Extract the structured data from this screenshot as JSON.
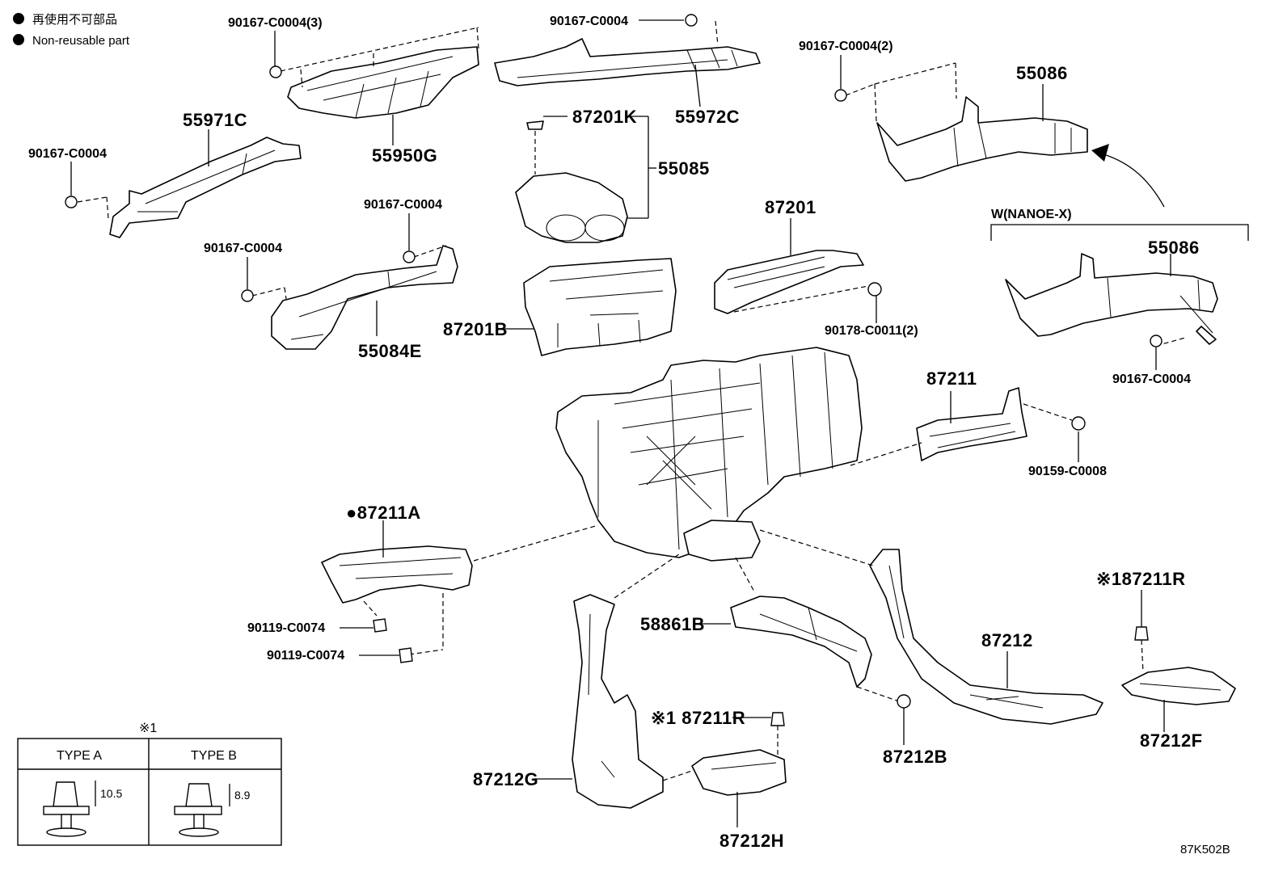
{
  "legend": {
    "jp_label": "再使用不可部品",
    "en_label": "Non-reusable part"
  },
  "labels": {
    "bolt_tl_3": "90167-C0004(3)",
    "bolt_top": "90167-C0004",
    "bolt_tr_2": "90167-C0004(2)",
    "p55086_a": "55086",
    "p55971c": "55971C",
    "p55950g": "55950G",
    "p87201k": "87201K",
    "p55972c": "55972C",
    "p55085": "55085",
    "bolt_left": "90167-C0004",
    "bolt_mid1": "90167-C0004",
    "bolt_mid2": "90167-C0004",
    "p87201": "87201",
    "p55084e": "55084E",
    "p87201b": "87201B",
    "nut_90178": "90178-C0011(2)",
    "nanoe": "W(NANOE-X)",
    "p55086_b": "55086",
    "bolt_right": "90167-C0004",
    "p87211": "87211",
    "bolt_90159": "90159-C0008",
    "p87211a": "●87211A",
    "bolt_90119_a": "90119-C0074",
    "bolt_90119_b": "90119-C0074",
    "p58861b": "58861B",
    "p87212": "87212",
    "p87211r_right": "※187211R",
    "p87211r_mid": "※1 87211R",
    "p87212b": "87212B",
    "p87212f": "87212F",
    "p87212g": "87212G",
    "p87212h": "87212H",
    "figure_code": "87K502B"
  },
  "type_table": {
    "note": "※1",
    "col_a": "TYPE A",
    "col_b": "TYPE B",
    "dim_a": "10.5",
    "dim_b": "8.9"
  }
}
